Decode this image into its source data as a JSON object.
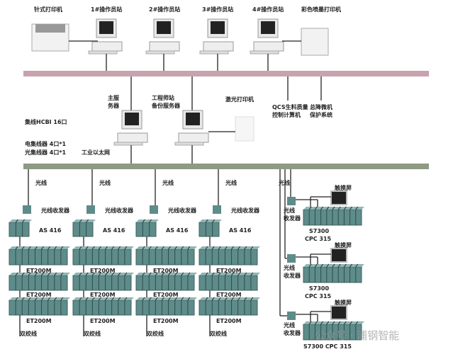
{
  "top": {
    "dot_printer": "针式打印机",
    "ws1": "1#操作员站",
    "ws2": "2#操作员站",
    "ws3": "3#操作员站",
    "ws4": "4#操作员站",
    "color_printer": "彩色喷墨打印机"
  },
  "middle": {
    "main_server_1": "主服",
    "main_server_2": "务器",
    "eng_1": "工程师站",
    "eng_2": "备份服务器",
    "laser": "激光打印机",
    "qcs_1": "QCS生料质量",
    "qcs_2": "控制计算机",
    "prot_1": "总降微机",
    "prot_2": "保护系统",
    "hub": "集线HCBI  16口",
    "elec_hub": "电集线器  4口*1",
    "opt_hub": "光集线器  4口*1",
    "ethernet": "工业以太网"
  },
  "bottom": {
    "fiber": "光线",
    "transceiver": "光线收发器",
    "as": "AS 416",
    "et": "ET200M",
    "twisted": "双绞线",
    "tc_1": "光线",
    "tc_2": "收发器",
    "touch": "触摸屏",
    "s7300": "S7300",
    "cpc": "CPC 315",
    "s7300_cpc": "S7300   CPC 315"
  },
  "watermark": "公众号 · 浦钢智能",
  "colors": {
    "bus_top": "#c9a2ae",
    "bus_bottom": "#8e9a84",
    "module": "#5e8c8a"
  }
}
